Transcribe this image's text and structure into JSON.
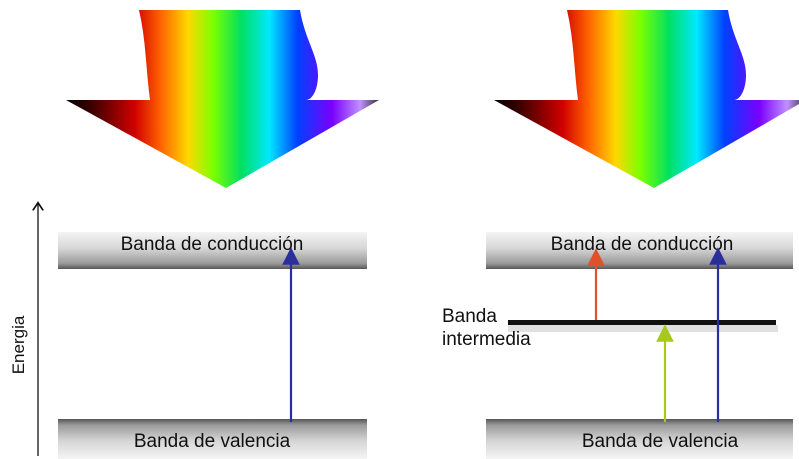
{
  "axis": {
    "label": "Energia"
  },
  "left_panel": {
    "conduction_label": "Banda de conducción",
    "valence_label": "Banda de valencia"
  },
  "right_panel": {
    "conduction_label": "Banda de conducción",
    "valence_label": "Banda de valencia",
    "intermediate_label_line1": "Banda",
    "intermediate_label_line2": "intermedia"
  },
  "colors": {
    "arrow_blue": "#2b2f9a",
    "arrow_orange": "#e0502a",
    "arrow_yellow_green": "#a8c81e",
    "spectrum": [
      "#000000",
      "#5a0000",
      "#ff0000",
      "#ff8000",
      "#ffff00",
      "#00ff00",
      "#00ffff",
      "#0000ff",
      "#8000ff",
      "#ffffff"
    ]
  }
}
